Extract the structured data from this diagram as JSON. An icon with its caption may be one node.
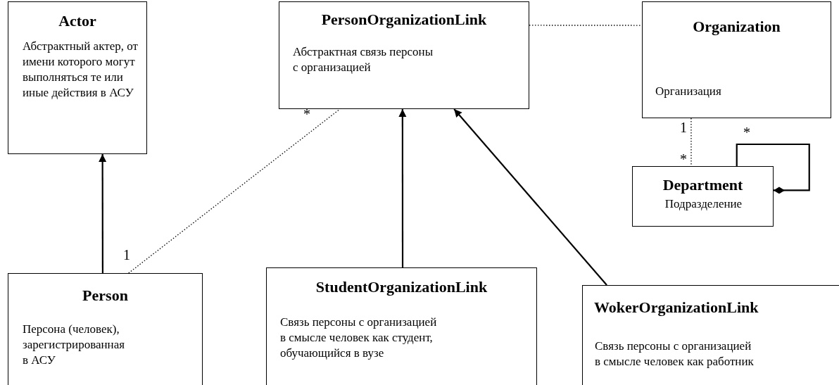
{
  "diagram": {
    "nodes": [
      {
        "text": [
          "Actor",
          "Абстрактный актер, от имени которого могут выполняться те или иные действия в АСУ"
        ]
      },
      {
        "text": [
          "PersonOrganizationLink",
          "Абстрактная связь персоны с организацией"
        ]
      },
      {
        "text": [
          "Organization",
          "Организация"
        ]
      },
      {
        "text": [
          "Department",
          "Подразделение"
        ]
      },
      {
        "text": [
          "Person",
          "Персона (человек), зарегистрированная в АСУ"
        ]
      },
      {
        "text": [
          "StudentOrganizationLink",
          "Связь персоны с организацией в смысле человек как студент, обучающийся в вузе"
        ]
      },
      {
        "text": [
          "WokerOrganizationLink",
          "Связь персоны с организацией в смысле человек как работник"
        ]
      }
    ],
    "edges": [
      {
        "from": 4,
        "to": 0,
        "arrow": "to"
      },
      {
        "from": 4,
        "to": 1,
        "arrow": "none",
        "style": "dashed"
      },
      {
        "from": 5,
        "to": 1,
        "arrow": "to"
      },
      {
        "from": 6,
        "to": 1,
        "arrow": "to"
      },
      {
        "from": 1,
        "to": 2,
        "arrow": "none",
        "style": "dashed"
      },
      {
        "from": 2,
        "to": 3,
        "arrow": "none",
        "style": "dashed"
      },
      {
        "from": 3,
        "to": 3,
        "arrow": "other"
      }
    ],
    "labels": [
      "*",
      "1",
      "1",
      "*",
      "*"
    ]
  }
}
